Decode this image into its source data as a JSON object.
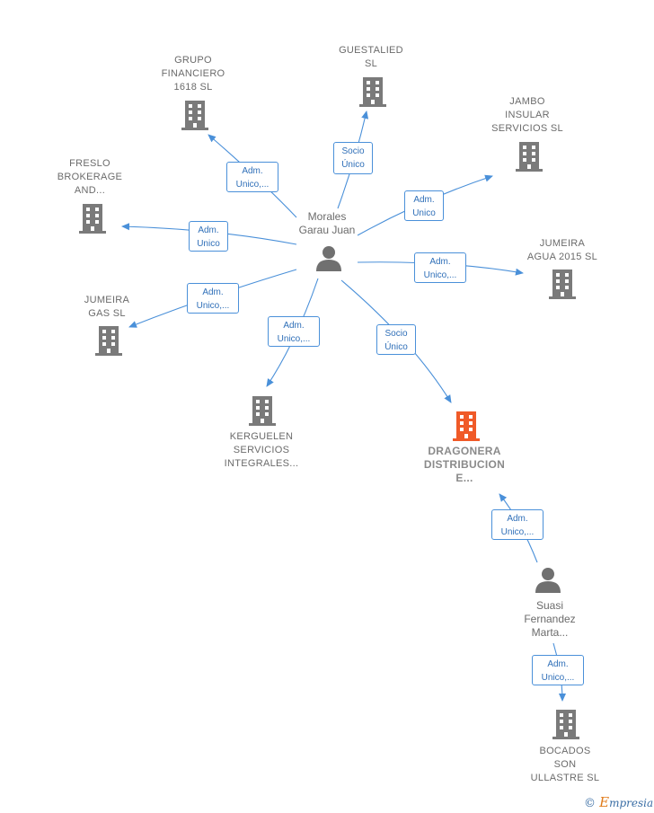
{
  "center": {
    "name": "Morales\nGarau Juan"
  },
  "person2": {
    "name": "Suasi\nFernandez\nMarta..."
  },
  "companies": {
    "grupo": "GRUPO\nFINANCIERO\n1618  SL",
    "guestalied": "GUESTALIED\nSL",
    "jambo": "JAMBO\nINSULAR\nSERVICIOS SL",
    "freslo": "FRESLO\nBROKERAGE\nAND...",
    "jumeira_agua": "JUMEIRA\nAGUA 2015  SL",
    "jumeira_gas": "JUMEIRA\nGAS  SL",
    "kerguelen": "KERGUELEN\nSERVICIOS\nINTEGRALES...",
    "dragonera": "DRAGONERA\nDISTRIBUCION\nE...",
    "bocados": "BOCADOS\nSON\nULLASTRE  SL"
  },
  "relations": {
    "grupo": "Adm.\nUnico,...",
    "guestalied": "Socio\nÚnico",
    "jambo": "Adm.\nUnico",
    "freslo": "Adm.\nUnico",
    "jumeira_agua": "Adm.\nUnico,...",
    "jumeira_gas": "Adm.\nUnico,...",
    "kerguelen": "Adm.\nUnico,...",
    "dragonera": "Socio\nÚnico",
    "marta_dragonera": "Adm.\nUnico,...",
    "marta_bocados": "Adm.\nUnico,..."
  },
  "colors": {
    "edge": "#4a90d9",
    "building": "#7a7a7a",
    "highlight": "#f05a28",
    "person": "#707070"
  },
  "footer": {
    "copyright": "©",
    "brand_initial": "E",
    "brand_rest": "mpresia"
  }
}
